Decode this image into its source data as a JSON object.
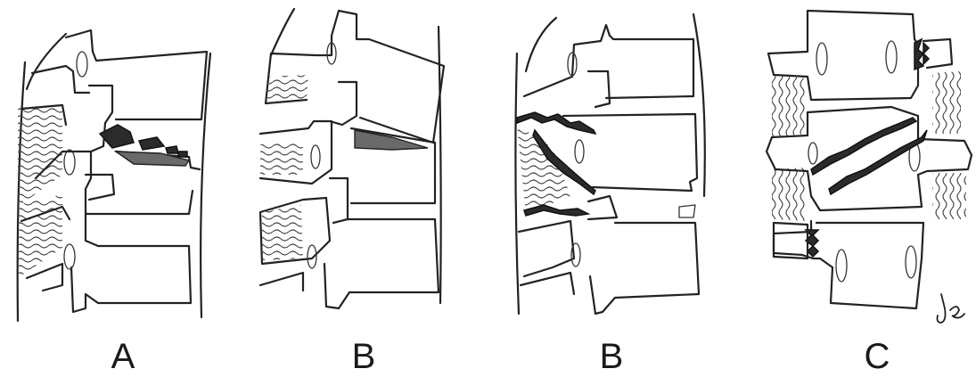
{
  "panels": [
    {
      "label": "A"
    },
    {
      "label": "B"
    },
    {
      "label": "B"
    },
    {
      "label": "C"
    }
  ],
  "colors": {
    "ink": "#222222",
    "background": "#ffffff",
    "fracture_fill": "#2b2b2b"
  }
}
